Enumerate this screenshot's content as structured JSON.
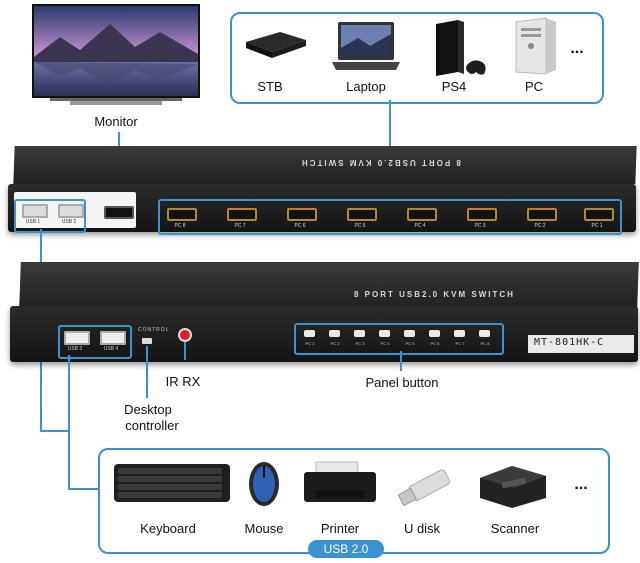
{
  "top_devices": [
    {
      "label": "STB",
      "icon": "set-top-box-icon"
    },
    {
      "label": "Laptop",
      "icon": "laptop-icon"
    },
    {
      "label": "PS4",
      "icon": "game-console-icon"
    },
    {
      "label": "PC",
      "icon": "desktop-tower-icon"
    }
  ],
  "top_more": "...",
  "monitor_label": "Monitor",
  "kvm_front": {
    "title": "8 PORT USB2.0 KVM SWITCH",
    "usb_ports": [
      "USB 1",
      "USB 2"
    ],
    "hdmi_ports": [
      "PC 8",
      "PC 7",
      "PC 6",
      "PC 5",
      "PC 4",
      "PC 3",
      "PC 2",
      "PC 1"
    ]
  },
  "kvm_back": {
    "title": "8 PORT USB2.0 KVM SWITCH",
    "model": "MT-801HK-C",
    "usb_ports": [
      "USB 3",
      "USB 4"
    ],
    "control_label": "CONTROL",
    "panel_buttons": [
      "PC 1",
      "PC 2",
      "PC 3",
      "PC 4",
      "PC 5",
      "PC 6",
      "PC 7",
      "PC 8"
    ]
  },
  "labels": {
    "ir_rx": "IR RX",
    "panel_button": "Panel button",
    "desktop_controller_line1": "Desktop",
    "desktop_controller_line2": "controller"
  },
  "usb_devices": [
    {
      "label": "Keyboard",
      "icon": "keyboard-icon"
    },
    {
      "label": "Mouse",
      "icon": "mouse-icon"
    },
    {
      "label": "Printer",
      "icon": "printer-icon"
    },
    {
      "label": "U disk",
      "icon": "usb-flash-drive-icon"
    },
    {
      "label": "Scanner",
      "icon": "scanner-icon"
    }
  ],
  "usb_more": "...",
  "usb_badge": "USB 2.0",
  "colors": {
    "accent": "#3a93d0",
    "device_body": "#1a1a1a",
    "hdmi_port": "#b08a2a"
  }
}
